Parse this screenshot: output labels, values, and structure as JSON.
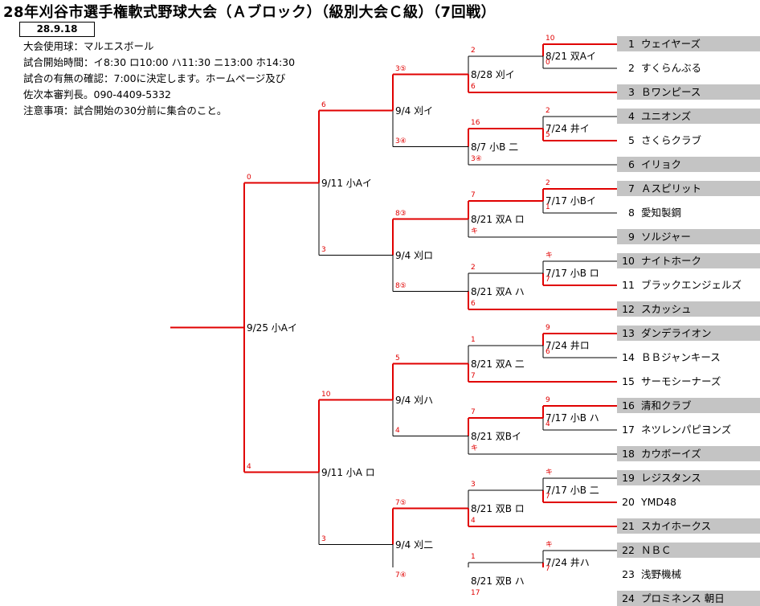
{
  "title": "28年刈谷市選手権軟式野球大会（Ａブロック）（級別大会Ｃ級）（7回戦）",
  "date": "28.9.18",
  "info": [
    "大会使用球：マルエスボール",
    "試合開始時間：イ8:30  ロ10:00  ハ11:30  ニ13:00  ホ14:30",
    "試合の有無の確認：7:00に決定します。ホームページ及び",
    "佐次本審判長。090-4409-5332",
    "注意事項：試合開始の30分前に集合のこと。"
  ],
  "teams": [
    {
      "no": "1",
      "name": "ウェイヤーズ"
    },
    {
      "no": "2",
      "name": "すくらんぶる"
    },
    {
      "no": "3",
      "name": "Ｂワンピース"
    },
    {
      "no": "4",
      "name": "ユニオンズ"
    },
    {
      "no": "5",
      "name": "さくらクラブ"
    },
    {
      "no": "6",
      "name": "イリョク"
    },
    {
      "no": "7",
      "name": "Ａスピリット"
    },
    {
      "no": "8",
      "name": "愛知製鋼"
    },
    {
      "no": "9",
      "name": "ソルジャー"
    },
    {
      "no": "10",
      "name": "ナイトホーク"
    },
    {
      "no": "11",
      "name": "ブラックエンジェルズ"
    },
    {
      "no": "12",
      "name": "スカッシュ"
    },
    {
      "no": "13",
      "name": "ダンデライオン"
    },
    {
      "no": "14",
      "name": "ＢＢジャンキース"
    },
    {
      "no": "15",
      "name": "サーモシーナーズ"
    },
    {
      "no": "16",
      "name": "清和クラブ"
    },
    {
      "no": "17",
      "name": "ネツレンパピヨンズ"
    },
    {
      "no": "18",
      "name": "カウボーイズ"
    },
    {
      "no": "19",
      "name": "レジスタンス"
    },
    {
      "no": "20",
      "name": "YMD48"
    },
    {
      "no": "21",
      "name": "スカイホークス"
    },
    {
      "no": "22",
      "name": "ＮＢＣ"
    },
    {
      "no": "23",
      "name": "浅野機械"
    },
    {
      "no": "24",
      "name": "プロミネンス 朝日"
    }
  ],
  "matches": {
    "r1": [
      "8/21 双Aイ",
      "7/24 井イ",
      "7/17 小Bイ",
      "7/17 小B ロ",
      "7/24 井ロ",
      "7/17 小B ハ",
      "7/17 小B 二",
      "7/24 井ハ"
    ],
    "r2": [
      "8/28 刈イ",
      "8/7 小B 二",
      "8/21 双A ロ",
      "8/21 双A ハ",
      "8/21 双A 二",
      "8/21 双Bイ",
      "8/21 双B ロ",
      "8/21 双B ハ"
    ],
    "r3": [
      "9/4 刈イ",
      "9/4 刈ロ",
      "9/4 刈ハ",
      "9/4 刈二"
    ],
    "r4": [
      "9/11 小Aイ",
      "9/11 小A ロ"
    ],
    "final": "9/25 小Aイ"
  },
  "scores": {
    "r1": [
      [
        "10",
        "0"
      ],
      [
        "2",
        "5"
      ],
      [
        "2",
        "1"
      ],
      [
        "キ",
        "7"
      ],
      [
        "9",
        "6"
      ],
      [
        "9",
        "4"
      ],
      [
        "キ",
        "7"
      ],
      [
        "キ",
        "7"
      ]
    ],
    "r2": [
      [
        "2",
        "6"
      ],
      [
        "16",
        "3④"
      ],
      [
        "7",
        "キ"
      ],
      [
        "2",
        "6"
      ],
      [
        "1",
        "7"
      ],
      [
        "7",
        "キ"
      ],
      [
        "3",
        "4"
      ],
      [
        "1",
        "17"
      ]
    ],
    "r3": [
      [
        "3⑤",
        "3④"
      ],
      [
        "8③",
        "8⑤"
      ],
      [
        "5",
        "4"
      ],
      [
        "7⑤",
        "7④"
      ]
    ],
    "r4": [
      [
        "6",
        "3"
      ],
      [
        "10",
        "3"
      ]
    ],
    "final": [
      "0",
      "4"
    ]
  },
  "colors": {
    "winner_line": "#e00000",
    "line": "#000000",
    "team_bg": "#c4c4c4"
  }
}
